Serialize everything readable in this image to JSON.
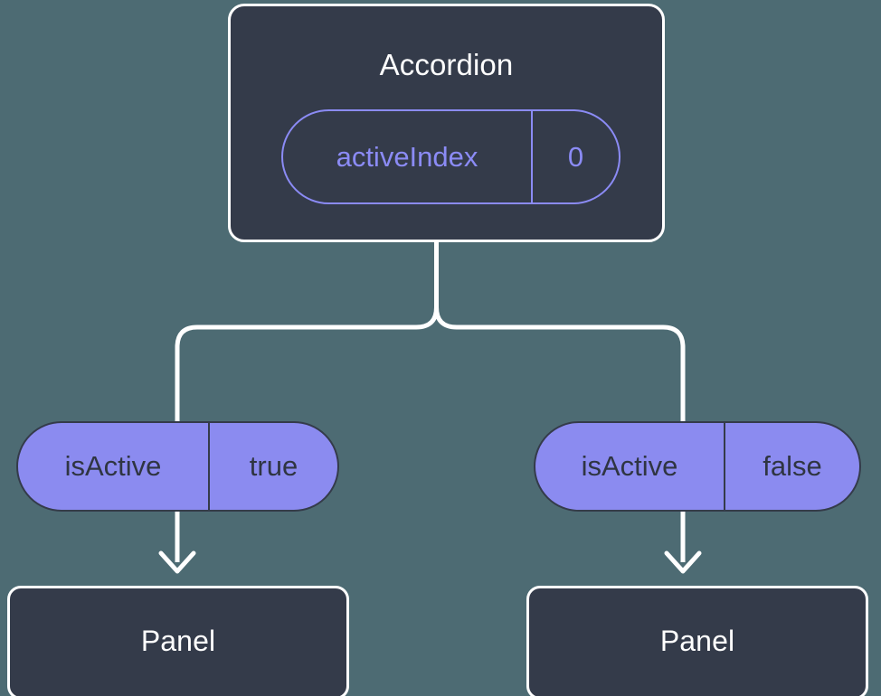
{
  "diagram": {
    "title_text": "Accordion",
    "background_color": "#4d6b73",
    "node_fill_color": "#343b4a",
    "node_border_color": "#ffffff",
    "accent_color": "#8b8bf5",
    "pill_fill_color": "#8b8bf0",
    "pill_text_color": "#2f3542",
    "connector_color": "#ffffff"
  },
  "root": {
    "label": "Accordion",
    "state": {
      "key": "activeIndex",
      "value": "0"
    }
  },
  "branches": [
    {
      "prop": {
        "key": "isActive",
        "value": "true"
      },
      "child": {
        "label": "Panel"
      }
    },
    {
      "prop": {
        "key": "isActive",
        "value": "false"
      },
      "child": {
        "label": "Panel"
      }
    }
  ]
}
